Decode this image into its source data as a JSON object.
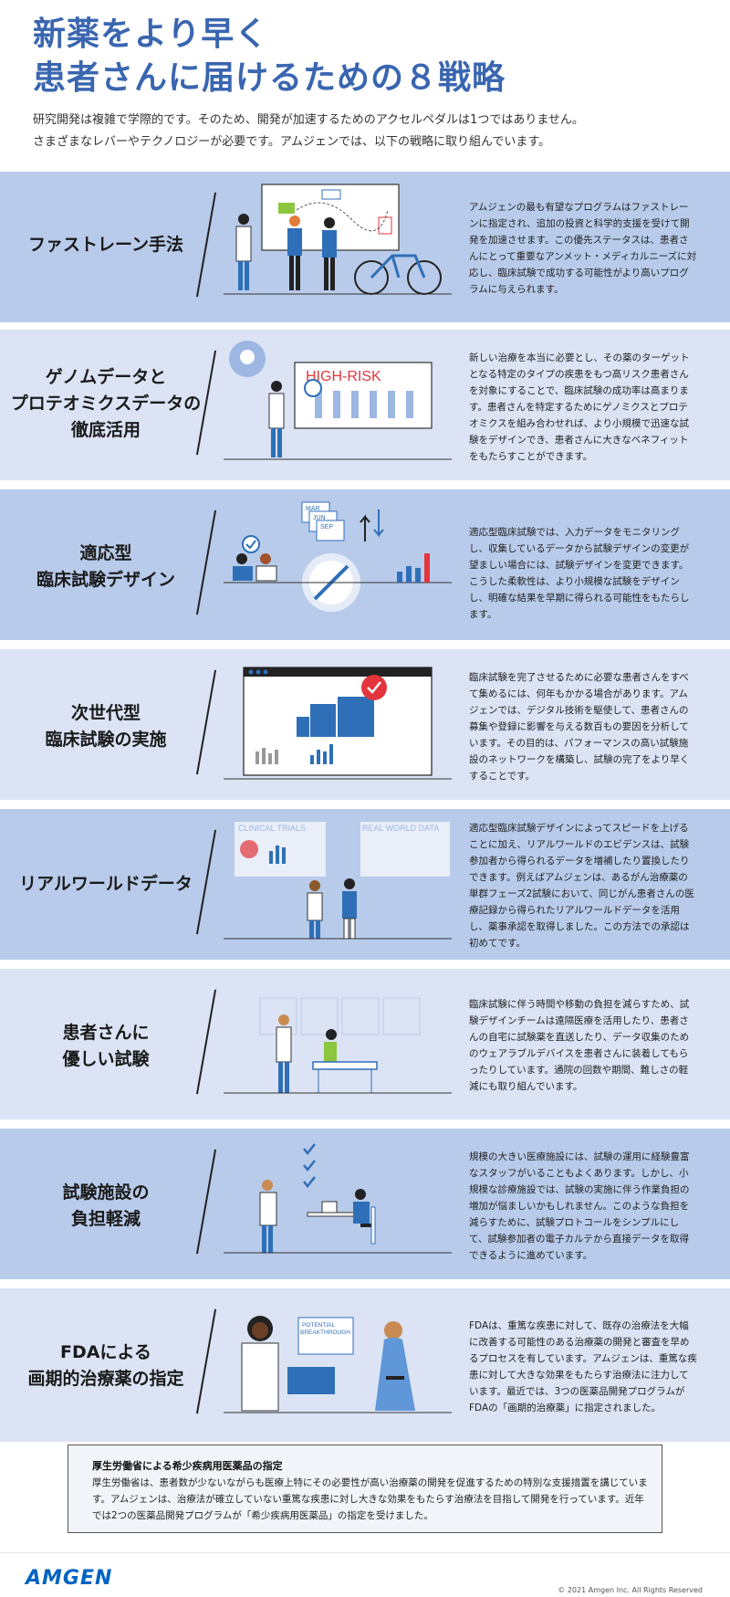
{
  "header": {
    "title_line1": "新薬をより早く",
    "title_line2": "患者さんに届けるための８戦略",
    "intro_line1": "研究開発は複雑で学際的です。そのため、開発が加速するためのアクセルペダルは1つではありません。",
    "intro_line2": "さまざまなレバーやテクノロジーが必要です。アムジェンでは、以下の戦略に取り組んでいます。"
  },
  "strategies": [
    {
      "title_lines": [
        "ファストレーン手法"
      ],
      "text": "アムジェンの最も有望なプログラムはファストレーンに指定され、追加の投資と科学的支援を受けて開発を加速させます。この優先ステータスは、患者さんにとって重要なアンメット・メディカルニーズに対応し、臨床試験で成功する可能性がより高いプログラムに与えられます。"
    },
    {
      "title_lines": [
        "ゲノムデータと",
        "プロテオミクスデータの",
        "徹底活用"
      ],
      "illus_label": "HIGH-RISK",
      "text": "新しい治療を本当に必要とし、その薬のターゲットとなる特定のタイプの疾患をもつ高リスク患者さんを対象にすることで、臨床試験の成功率は高まります。患者さんを特定するためにゲノミクスとプロテオミクスを組み合わせれば、より小規模で迅速な試験をデザインでき、患者さんに大きなベネフィットをもたらすことができます。"
    },
    {
      "title_lines": [
        "適応型",
        "臨床試験デザイン"
      ],
      "illus_cal": [
        "MAR",
        "JUN",
        "SEP"
      ],
      "text": "適応型臨床試験では、入力データをモニタリングし、収集しているデータから試験デザインの変更が望ましい場合には、試験デザインを変更できます。こうした柔軟性は、より小規模な試験をデザインし、明確な結果を早期に得られる可能性をもたらします。"
    },
    {
      "title_lines": [
        "次世代型",
        "臨床試験の実施"
      ],
      "text": "臨床試験を完了させるために必要な患者さんをすべて集めるには、何年もかかる場合があります。アムジェンでは、デジタル技術を駆使して、患者さんの募集や登録に影響を与える数百もの要因を分析しています。その目的は、パフォーマンスの高い試験施設のネットワークを構築し、試験の完了をより早くすることです。"
    },
    {
      "title_lines": [
        "リアルワールドデータ"
      ],
      "illus_left": "CLINICAL TRIALS",
      "illus_right": "REAL WORLD DATA",
      "text": "適応型臨床試験デザインによってスピードを上げることに加え、リアルワールドのエビデンスは、試験参加者から得られるデータを増補したり置換したりできます。例えばアムジェンは、あるがん治療薬の単群フェーズ2試験において、同じがん患者さんの医療記録から得られたリアルワールドデータを活用し、薬事承認を取得しました。この方法での承認は初めてです。"
    },
    {
      "title_lines": [
        "患者さんに",
        "優しい試験"
      ],
      "text": "臨床試験に伴う時間や移動の負担を減らすため、試験デザインチームは遠隔医療を活用したり、患者さんの自宅に試験薬を直送したり、データ収集のためのウェアラブルデバイスを患者さんに装着してもらったりしています。通院の回数や期間、難しさの軽減にも取り組んでいます。"
    },
    {
      "title_lines": [
        "試験施設の",
        "負担軽減"
      ],
      "text": "規模の大きい医療施設には、試験の運用に経験豊富なスタッフがいることもよくあります。しかし、小規模な診療施設では、試験の実施に伴う作業負担の増加が悩ましいかもしれません。このような負担を減らすために、試験プロトコールをシンプルにして、試験参加者の電子カルテから直接データを取得できるように進めています。"
    },
    {
      "title_lines": [
        "FDAによる",
        "画期的治療薬の指定"
      ],
      "illus_line1": "POTENTIAL",
      "illus_line2": "BREAKTHROUGH",
      "text": "FDAは、重篤な疾患に対して、既存の治療法を大幅に改善する可能性のある治療薬の開発と審査を早めるプロセスを有しています。アムジェンは、重篤な疾患に対して大きな効果をもたらす治療法に注力しています。最近では、3つの医薬品開発プログラムがFDAの「画期的治療薬」に指定されました。"
    }
  ],
  "note": {
    "title": "厚生労働省による希少疾病用医薬品の指定",
    "body": "厚生労働省は、患者数が少ないながらも医療上特にその必要性が高い治療薬の開発を促進するための特別な支援措置を講じています。アムジェンは、治療法が確立していない重篤な疾患に対し大きな効果をもたらす治療法を目指して開発を行っています。近年では2つの医薬品開発プログラムが「希少疾病用医薬品」の指定を受けました。"
  },
  "footer": {
    "logo": "AMGEN",
    "copyright": "© 2021 Amgen Inc. All Rights Reserved"
  },
  "colors": {
    "title_blue": "#3a66b0",
    "band_dark": "#b8cbea",
    "band_light": "#dbe3f4",
    "figure_blue": "#2f6fb8",
    "accent_red": "#e3353b"
  }
}
